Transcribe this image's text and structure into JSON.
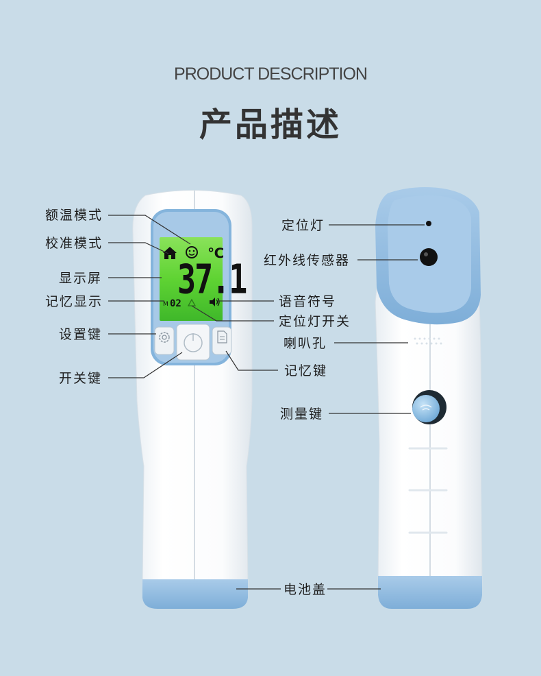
{
  "header": {
    "title_en": "PRODUCT DESCRIPTION",
    "title_cn": "产品描述"
  },
  "colors": {
    "background": "#c9dce8",
    "device_body": "#f7f9fb",
    "device_blue": "#8fb9de",
    "lcd_green": "#52d133",
    "text": "#222222"
  },
  "display": {
    "temperature": "37.1",
    "unit": "℃",
    "memory_prefix": "M",
    "memory_number": "02"
  },
  "left_labels": {
    "forehead_mode": "额温模式",
    "calibration_mode": "校准模式",
    "display_screen": "显示屏",
    "memory_display": "记忆显示",
    "settings_key": "设置键",
    "power_key": "开关键"
  },
  "mid_labels": {
    "voice_symbol": "语音符号",
    "locator_light_switch": "定位灯开关",
    "memory_key": "记忆键",
    "battery_cover": "电池盖"
  },
  "right_labels": {
    "locator_light": "定位灯",
    "ir_sensor": "红外线传感器",
    "speaker_hole": "喇叭孔",
    "measure_key": "测量键"
  }
}
